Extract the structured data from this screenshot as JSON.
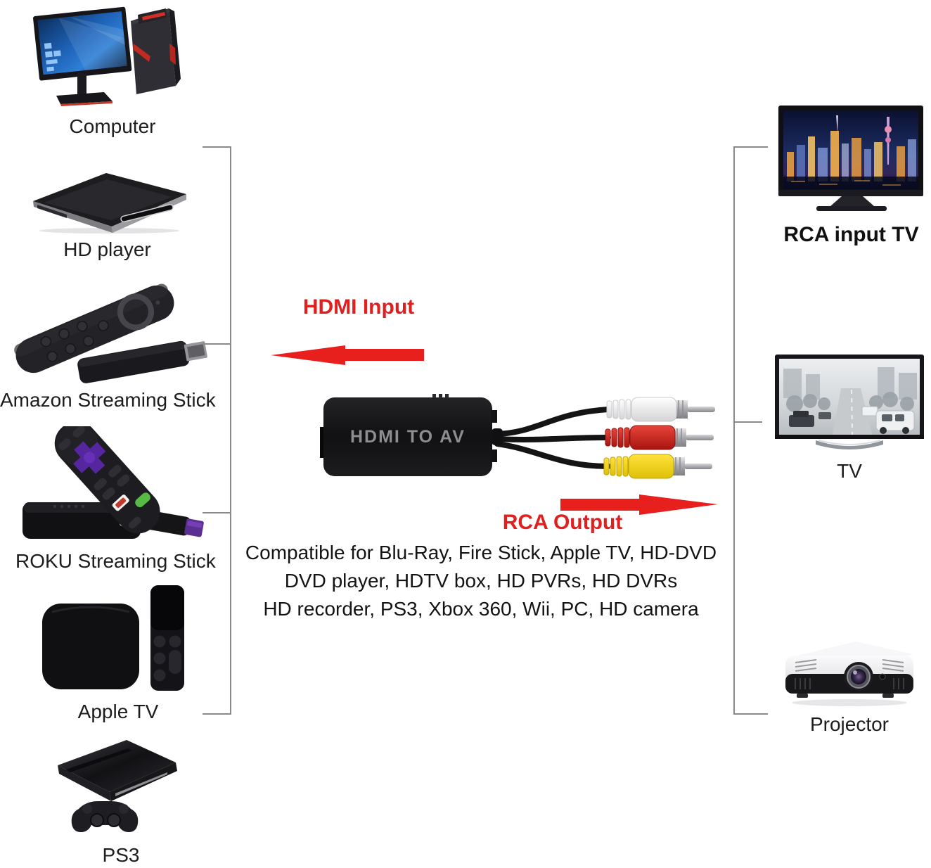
{
  "left_devices": [
    {
      "id": "computer",
      "label": "Computer",
      "depicts": "desktop tower PC with monitor"
    },
    {
      "id": "hd-player",
      "label": "HD player",
      "depicts": "slim black disc player"
    },
    {
      "id": "amazon-stick",
      "label": "Amazon Streaming Stick",
      "depicts": "streaming stick with voice remote"
    },
    {
      "id": "roku-stick",
      "label": "ROKU Streaming Stick",
      "depicts": "streaming stick, box and purple d-pad remote"
    },
    {
      "id": "apple-tv",
      "label": "Apple TV",
      "depicts": "black set-top box with slim remote"
    },
    {
      "id": "ps3",
      "label": "PS3",
      "depicts": "slim console with gamepad"
    }
  ],
  "right_devices": [
    {
      "id": "rca-input-tv",
      "label": "RCA input TV",
      "depicts": "TV showing night city skyline"
    },
    {
      "id": "tv",
      "label": "TV",
      "depicts": "TV showing snowy street with cars"
    },
    {
      "id": "projector",
      "label": "Projector",
      "depicts": "white projector with lens"
    }
  ],
  "converter": {
    "label": "HDMI TO AV",
    "plugs": [
      "white",
      "red",
      "yellow"
    ]
  },
  "annotations": {
    "hdmi_input": "HDMI Input",
    "rca_output": "RCA Output"
  },
  "compatibility": {
    "line1": "Compatible for Blu-Ray, Fire Stick, Apple TV, HD-DVD",
    "line2": "DVD player, HDTV box, HD PVRs, HD DVRs",
    "line3": "HD recorder, PS3, Xbox 360, Wii, PC, HD camera"
  },
  "colors": {
    "annotation_red": "#e01f1f",
    "bracket_gray": "#8a8a8a",
    "rca_white": "#f3f3f3",
    "rca_red": "#d6201c",
    "rca_yellow": "#f4d40e",
    "label_black": "#1d1d1d"
  }
}
